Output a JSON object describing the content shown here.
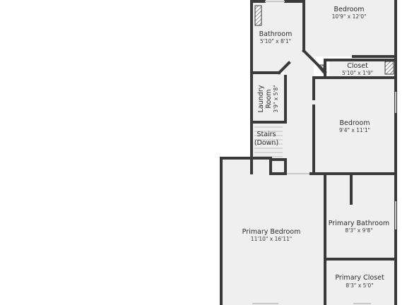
{
  "floor_plan": {
    "rooms": [
      {
        "id": "bedroom-top",
        "name": "Bedroom",
        "dims": "10'9\" x 12'0\""
      },
      {
        "id": "bathroom",
        "name": "Bathroom",
        "dims": "5'10\" x 8'1\""
      },
      {
        "id": "closet",
        "name": "Closet",
        "dims": "5'10\" x 1'9\""
      },
      {
        "id": "laundry",
        "name_lines": [
          "Laundry",
          "Room"
        ],
        "dims": "3'9\" x 5'8\""
      },
      {
        "id": "bedroom-mid",
        "name": "Bedroom",
        "dims": "9'4\" x 11'1\""
      },
      {
        "id": "stairs",
        "name_lines": [
          "Stairs",
          "(Down)"
        ]
      },
      {
        "id": "primary-bedroom",
        "name": "Primary Bedroom",
        "dims": "11'10\" x 16'11\""
      },
      {
        "id": "primary-bathroom",
        "name": "Primary Bathroom",
        "dims": "8'3\" x 9'8\""
      },
      {
        "id": "primary-closet",
        "name": "Primary Closet",
        "dims": "8'3\" x 5'0\""
      }
    ],
    "colors": {
      "wall": "#3a3a3a",
      "floor": "#efefef",
      "background": "#ffffff",
      "window": "#c8c8c8"
    }
  }
}
